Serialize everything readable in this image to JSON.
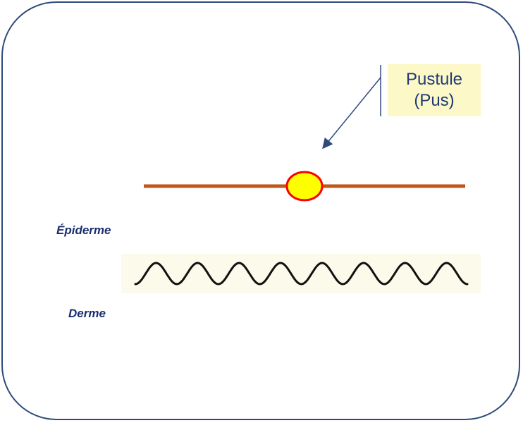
{
  "callout": {
    "line1": "Pustule",
    "line2": "(Pus)"
  },
  "layers": {
    "epidermis_label": "Épiderme",
    "dermis_label": "Derme"
  },
  "colors": {
    "frame_border": "#2f4a7a",
    "epidermis_line": "#c0561a",
    "pustule_fill": "#ffff00",
    "pustule_stroke": "#ff0000",
    "dermis_wave": "#111111",
    "dermis_band": "#fcfaea",
    "callout_fill": "#fdf8c8",
    "callout_text": "#1f3b73",
    "arrow": "#2f4a7a",
    "label_text": "#1a2e6e"
  },
  "icons": {
    "pustule": "yellow-ellipse",
    "pointer": "arrow"
  }
}
